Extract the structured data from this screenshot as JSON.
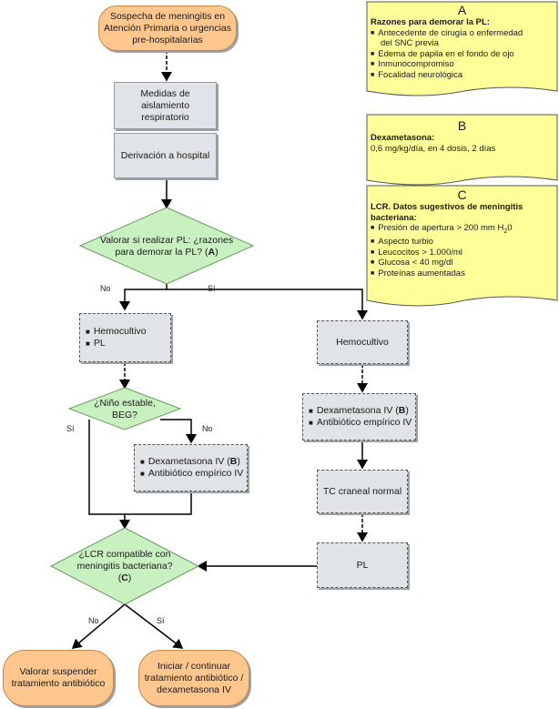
{
  "start": [
    "Sospecha de meningitis en",
    "Atención Primaria o urgencias",
    "pre-hospitalarias"
  ],
  "isolation": [
    "Medidas de",
    "aislamiento",
    "respiratorio"
  ],
  "derivation": "Derivación a hospital",
  "decision1": {
    "line1": "Valorar si realizar PL: ¿razones",
    "line2a": "para demorar la PL? (",
    "letter": "A",
    "line2b": ")"
  },
  "label_no1": "No",
  "label_si1": "Sí",
  "left_box1": [
    "Hemocultivo",
    "PL"
  ],
  "decision2": [
    "¿Niño estable,",
    "BEG?"
  ],
  "label_si2": "Sí",
  "label_no2": "No",
  "left_box2": {
    "line1a": "Dexametasona IV (",
    "letter": "B",
    "line1b": ")",
    "line2": "Antibiótico empírico IV"
  },
  "right_box1": "Hemocultivo",
  "right_box2": {
    "line1a": "Dexametasona IV (",
    "letter": "B",
    "line1b": ")",
    "line2": "Antibiótico empírico IV"
  },
  "right_box3": "TC craneal normal",
  "right_box4": "PL",
  "decision3": {
    "line1": "¿LCR compatible con",
    "line2": "meningitis bacteriana?",
    "letter": "C"
  },
  "label_no3": "No",
  "label_si3": "Sí",
  "end_left": [
    "Valorar suspender",
    "tratamiento antibiótico"
  ],
  "end_right": [
    "Iniciar / continuar",
    "tratamiento antibiótico /",
    "dexametasona IV"
  ],
  "note_a": {
    "letter": "A",
    "title": "Razones para demorar la PL",
    "items": [
      "Antecedente de cirugía o enfermedad",
      "del SNC previa",
      "Edema de papila en el fondo de ojo",
      "Inmunocompromiso",
      "Focalidad neurológica"
    ]
  },
  "note_b": {
    "letter": "B",
    "title": "Dexametasona:",
    "text": "0,6 mg/kg/día, en 4 dosis, 2 días"
  },
  "note_c": {
    "letter": "C",
    "title_line1": "LCR. Datos sugestivos de meningitis",
    "title_line2": "bacteriana",
    "items": [
      "Presión de apertura > 200 mm H",
      "Aspecto turbio",
      "Leucocitos > 1.000/ml",
      "Glucosa < 40 mg/dl",
      "Proteínas aumentadas"
    ],
    "h2o_sub1": "2",
    "h2o_sub2": "0"
  },
  "colors": {
    "terminal": "#ffc78e",
    "process": "#e0e4e6",
    "decision": "#c8f0c0",
    "note": "#ffff99"
  }
}
